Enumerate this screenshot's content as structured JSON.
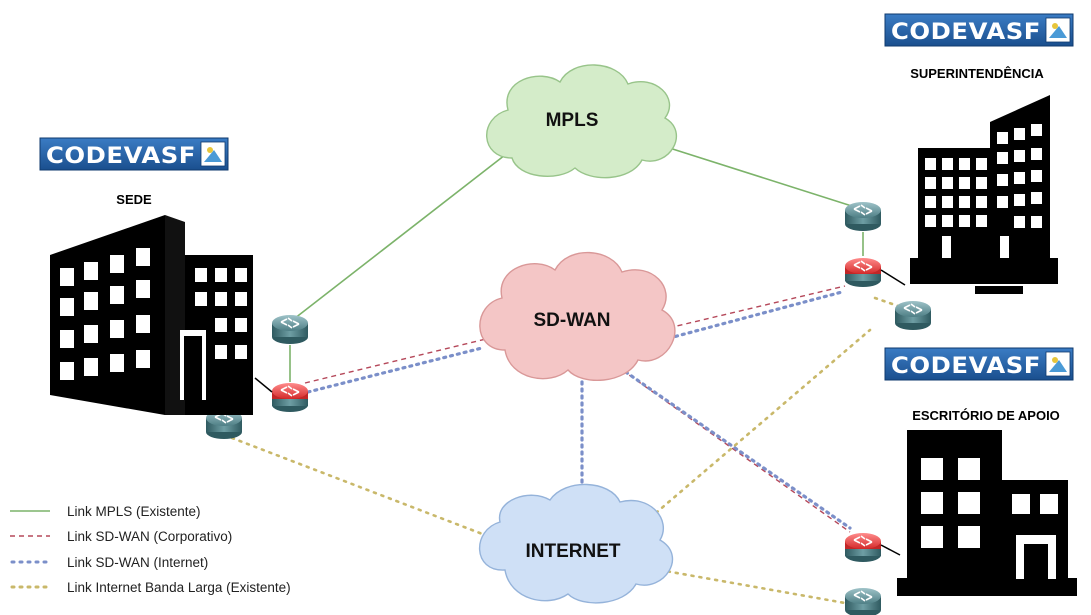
{
  "clouds": {
    "mpls": "MPLS",
    "sdwan": "SD-WAN",
    "internet": "INTERNET"
  },
  "sites": {
    "sede": "SEDE",
    "superintendencia": "SUPERINTENDÊNCIA",
    "escritorio": "ESCRITÓRIO DE APOIO"
  },
  "logo": {
    "text": "CODEVASF",
    "color": "#1f5fa8"
  },
  "legend": {
    "mpls": "Link MPLS (Existente)",
    "sdwan_corp": "Link SD-WAN (Corporativo)",
    "sdwan_internet": "Link SD-WAN (Internet)",
    "internet_banda": "Link Internet Banda Larga (Existente)"
  },
  "colors": {
    "mpls_line": "#7cb36a",
    "sdwan_corp_line": "#b5485a",
    "sdwan_internet_line": "#7b8fc9",
    "internet_line": "#c9b86a",
    "mpls_cloud": "#d4ecc9",
    "sdwan_cloud": "#f4c6c6",
    "internet_cloud": "#cfe0f6",
    "router": "#4f7f86",
    "sdwan_router": "#d83a3a"
  }
}
